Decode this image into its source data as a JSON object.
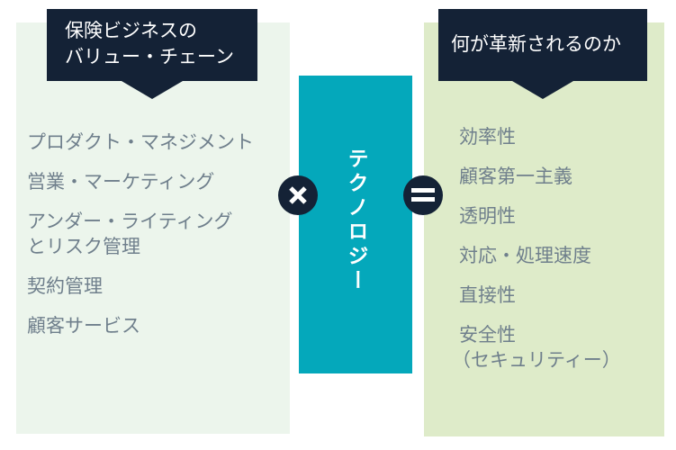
{
  "colors": {
    "header_bg": "#142236",
    "left_panel_bg": "#ecf5ec",
    "right_panel_bg": "#deebc9",
    "technology_bg": "#04a8bb",
    "list_text": "#6f7f8c"
  },
  "left": {
    "header_line1": "保険ビジネスの",
    "header_line2": "バリュー・チェーン",
    "items": [
      "プロダクト・マネジメント",
      "営業・マーケティング",
      "アンダー・ライティング",
      "とリスク管理",
      "契約管理",
      "顧客サービス"
    ]
  },
  "operator_times": "times-icon",
  "center": {
    "label": "テクノロジー"
  },
  "operator_equals": "equals-icon",
  "right": {
    "header": "何が革新されるのか",
    "items": [
      "効率性",
      "顧客第一主義",
      "透明性",
      "対応・処理速度",
      "直接性",
      "安全性",
      "（セキュリティー）"
    ]
  }
}
